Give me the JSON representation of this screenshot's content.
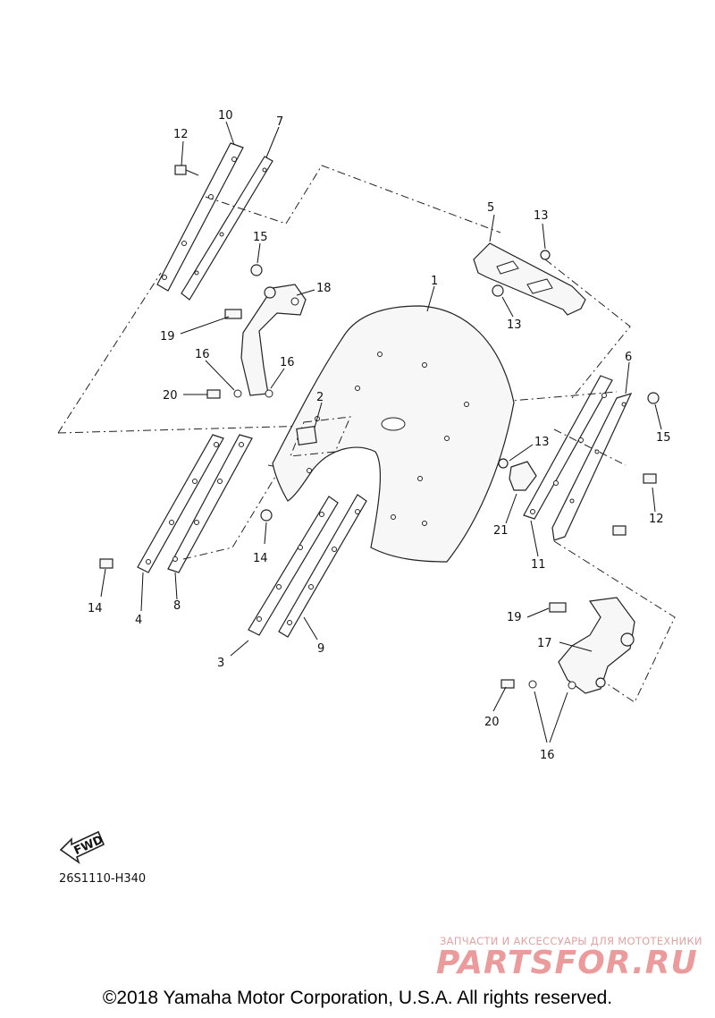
{
  "labels": {
    "p1": "1",
    "p2": "2",
    "p3": "3",
    "p4": "4",
    "p5": "5",
    "p6": "6",
    "p7": "7",
    "p8": "8",
    "p9": "9",
    "p10": "10",
    "p11": "11",
    "p12a": "12",
    "p12b": "12",
    "p13a": "13",
    "p13b": "13",
    "p13c": "13",
    "p14a": "14",
    "p14b": "14",
    "p15a": "15",
    "p15b": "15",
    "p16a": "16",
    "p16b": "16",
    "p16c": "16",
    "p17": "17",
    "p18": "18",
    "p19a": "19",
    "p19b": "19",
    "p20a": "20",
    "p20b": "20",
    "p21": "21"
  },
  "fwd_label": "FWD",
  "diagram_code": "26S1110-H340",
  "watermark": {
    "tagline": "ЗАПЧАСТИ И АКСЕССУАРЫ ДЛЯ МОТОТЕХНИКИ",
    "logo": "PARTSFOR.RU"
  },
  "copyright": "©2018 Yamaha Motor Corporation, U.S.A. All rights reserved."
}
